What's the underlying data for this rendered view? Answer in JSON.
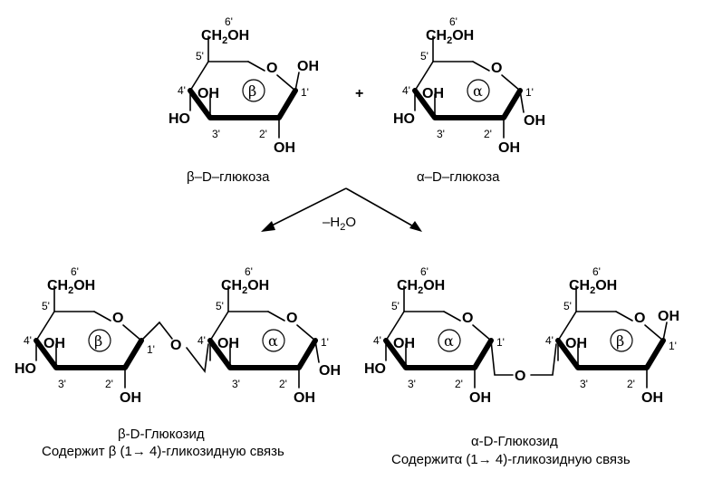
{
  "labels": {
    "ch2oh": "CH",
    "ch2oh_sub": "2",
    "ch2oh_tail": "OH",
    "oh": "OH",
    "ho": "HO",
    "o": "O",
    "plus": "+",
    "water": "–H",
    "water_sub": "2",
    "water_tail": "O"
  },
  "positions": {
    "c1": "1'",
    "c2": "2'",
    "c3": "3'",
    "c4": "4'",
    "c5": "5'",
    "c6": "6'"
  },
  "anomers": {
    "beta": "β",
    "alpha": "α"
  },
  "top": {
    "left_caption": "β–D–глюкоза",
    "right_caption": "α–D–глюкоза"
  },
  "bottom": {
    "left_title": "β-D-Глюкозид",
    "left_desc": "Содержит β (1→ 4)-гликозидную связь",
    "right_title": "α-D-Глюкозид",
    "right_desc": "Содержитα (1→ 4)-гликозидную связь"
  }
}
